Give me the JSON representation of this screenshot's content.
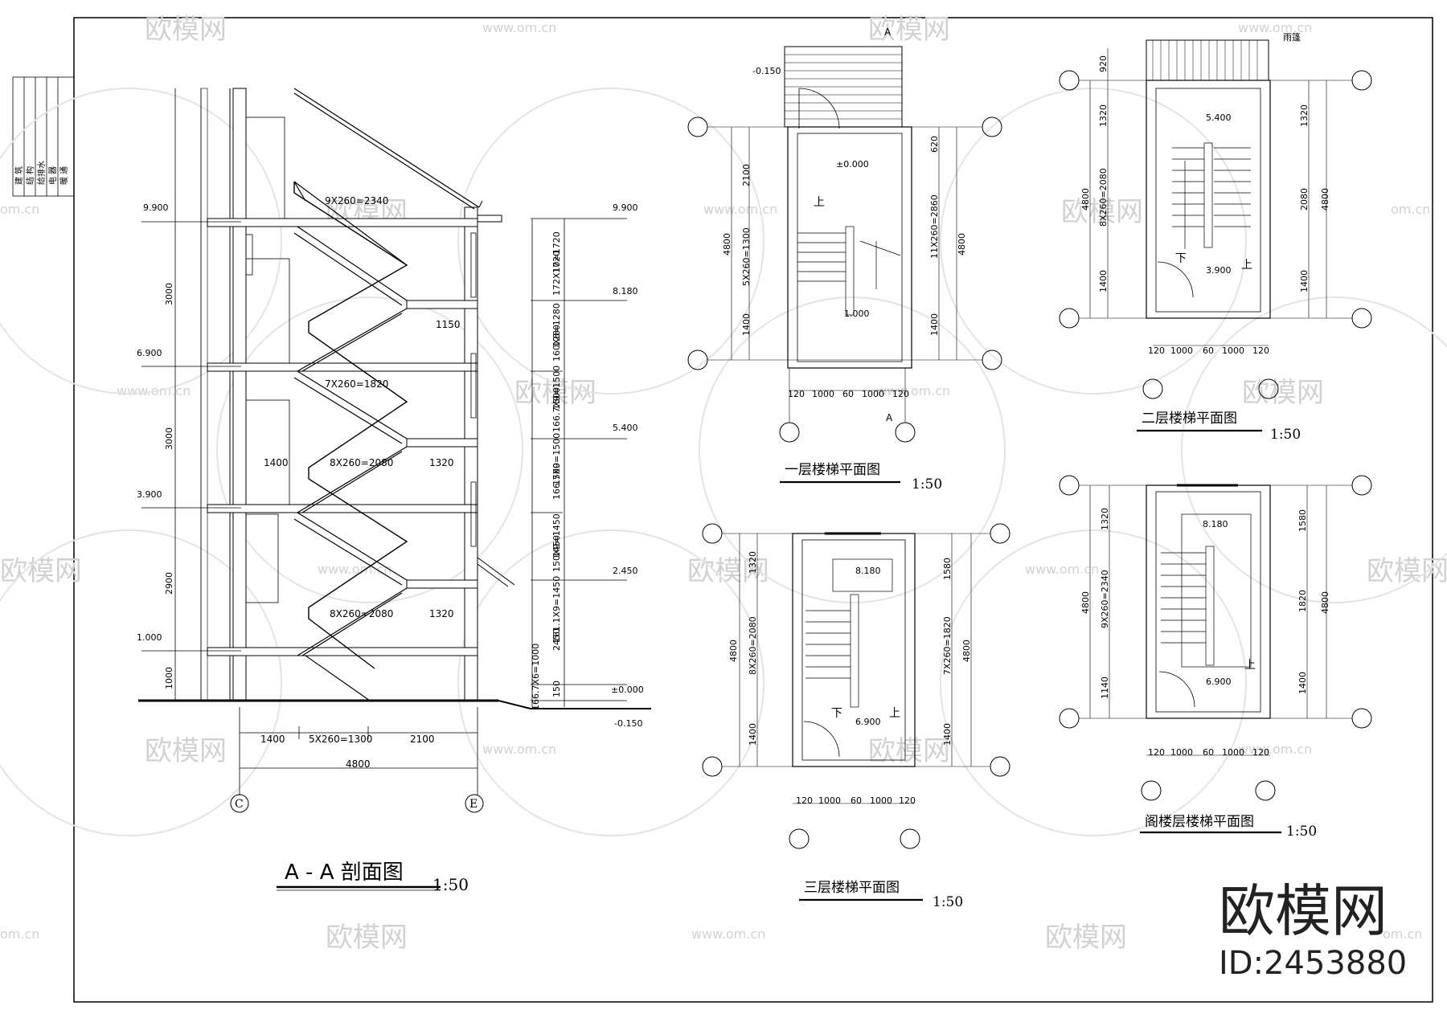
{
  "sheet": {
    "title_block": [
      "建 筑",
      "结 构",
      "给排水",
      "电 器",
      "暖 通"
    ]
  },
  "watermark": {
    "brand": "欧模网",
    "site": "www.om.cn",
    "site_short": "om.cn",
    "id_text": "ID:2453880"
  },
  "section": {
    "title": "A - A 剖面图",
    "scale": "1:50",
    "levels": [
      "9.900",
      "6.900",
      "3.900",
      "1.000",
      "±0.000",
      "-0.150",
      "8.180",
      "5.400",
      "2.450"
    ],
    "left_dims": [
      "3000",
      "3000",
      "2900",
      "1000"
    ],
    "right_dims": [
      "1720",
      "1280",
      "1500",
      "1500",
      "1450",
      "2450",
      "150"
    ],
    "right_steps": [
      "172X10=1720",
      "160X8=1280",
      "166.7X9=1500",
      "166.7X9=1500",
      "150X9=1450",
      "161.1X9=1450",
      "166.7X6=1000"
    ],
    "flights": [
      "9X260=2340",
      "7X260=1820",
      "8X260=2080",
      "8X260=2080"
    ],
    "inner_dims": [
      "1150",
      "1400",
      "1320",
      "1320"
    ],
    "bottom_dims": [
      "1400",
      "5X260=1300",
      "2100",
      "4800"
    ],
    "axes": [
      "C",
      "E"
    ]
  },
  "plan1": {
    "title": "一层楼梯平面图",
    "scale": "1:50",
    "levels": [
      "-0.150",
      "±0.000",
      "1.000"
    ],
    "cut_label": "A",
    "left_dims": [
      "2100",
      "5X260=1300",
      "1400",
      "4800"
    ],
    "right_dims": [
      "620",
      "11X260=2860",
      "1400",
      "4800"
    ],
    "bottom_dims": [
      "120",
      "1000",
      "60",
      "1000",
      "120"
    ],
    "up_label": "上"
  },
  "plan2": {
    "title": "二层楼梯平面图",
    "scale": "1:50",
    "canopy_label": "雨篷",
    "levels": [
      "5.400",
      "3.900"
    ],
    "left_dims": [
      "920",
      "1320",
      "8X260=2080",
      "1400",
      "4800"
    ],
    "right_dims": [
      "1320",
      "2080",
      "1400",
      "4800"
    ],
    "bottom_dims": [
      "120",
      "1000",
      "60",
      "1000",
      "120"
    ],
    "up_label": "上",
    "down_label": "下"
  },
  "plan3": {
    "title": "三层楼梯平面图",
    "scale": "1:50",
    "levels": [
      "8.180",
      "6.900"
    ],
    "left_dims": [
      "1320",
      "8X260=2080",
      "1400",
      "4800"
    ],
    "right_dims": [
      "1580",
      "7X260=1820",
      "1400",
      "4800"
    ],
    "bottom_dims": [
      "120",
      "1000",
      "60",
      "1000",
      "120"
    ],
    "up_label": "上",
    "down_label": "下"
  },
  "plan4": {
    "title": "阁楼层楼梯平面图",
    "scale": "1:50",
    "levels": [
      "8.180",
      "6.900"
    ],
    "left_dims": [
      "1320",
      "9X260=2340",
      "1140",
      "4800"
    ],
    "right_dims": [
      "1580",
      "1820",
      "1400",
      "4800"
    ],
    "bottom_dims": [
      "120",
      "1000",
      "60",
      "1000",
      "120"
    ],
    "up_label": "上"
  }
}
